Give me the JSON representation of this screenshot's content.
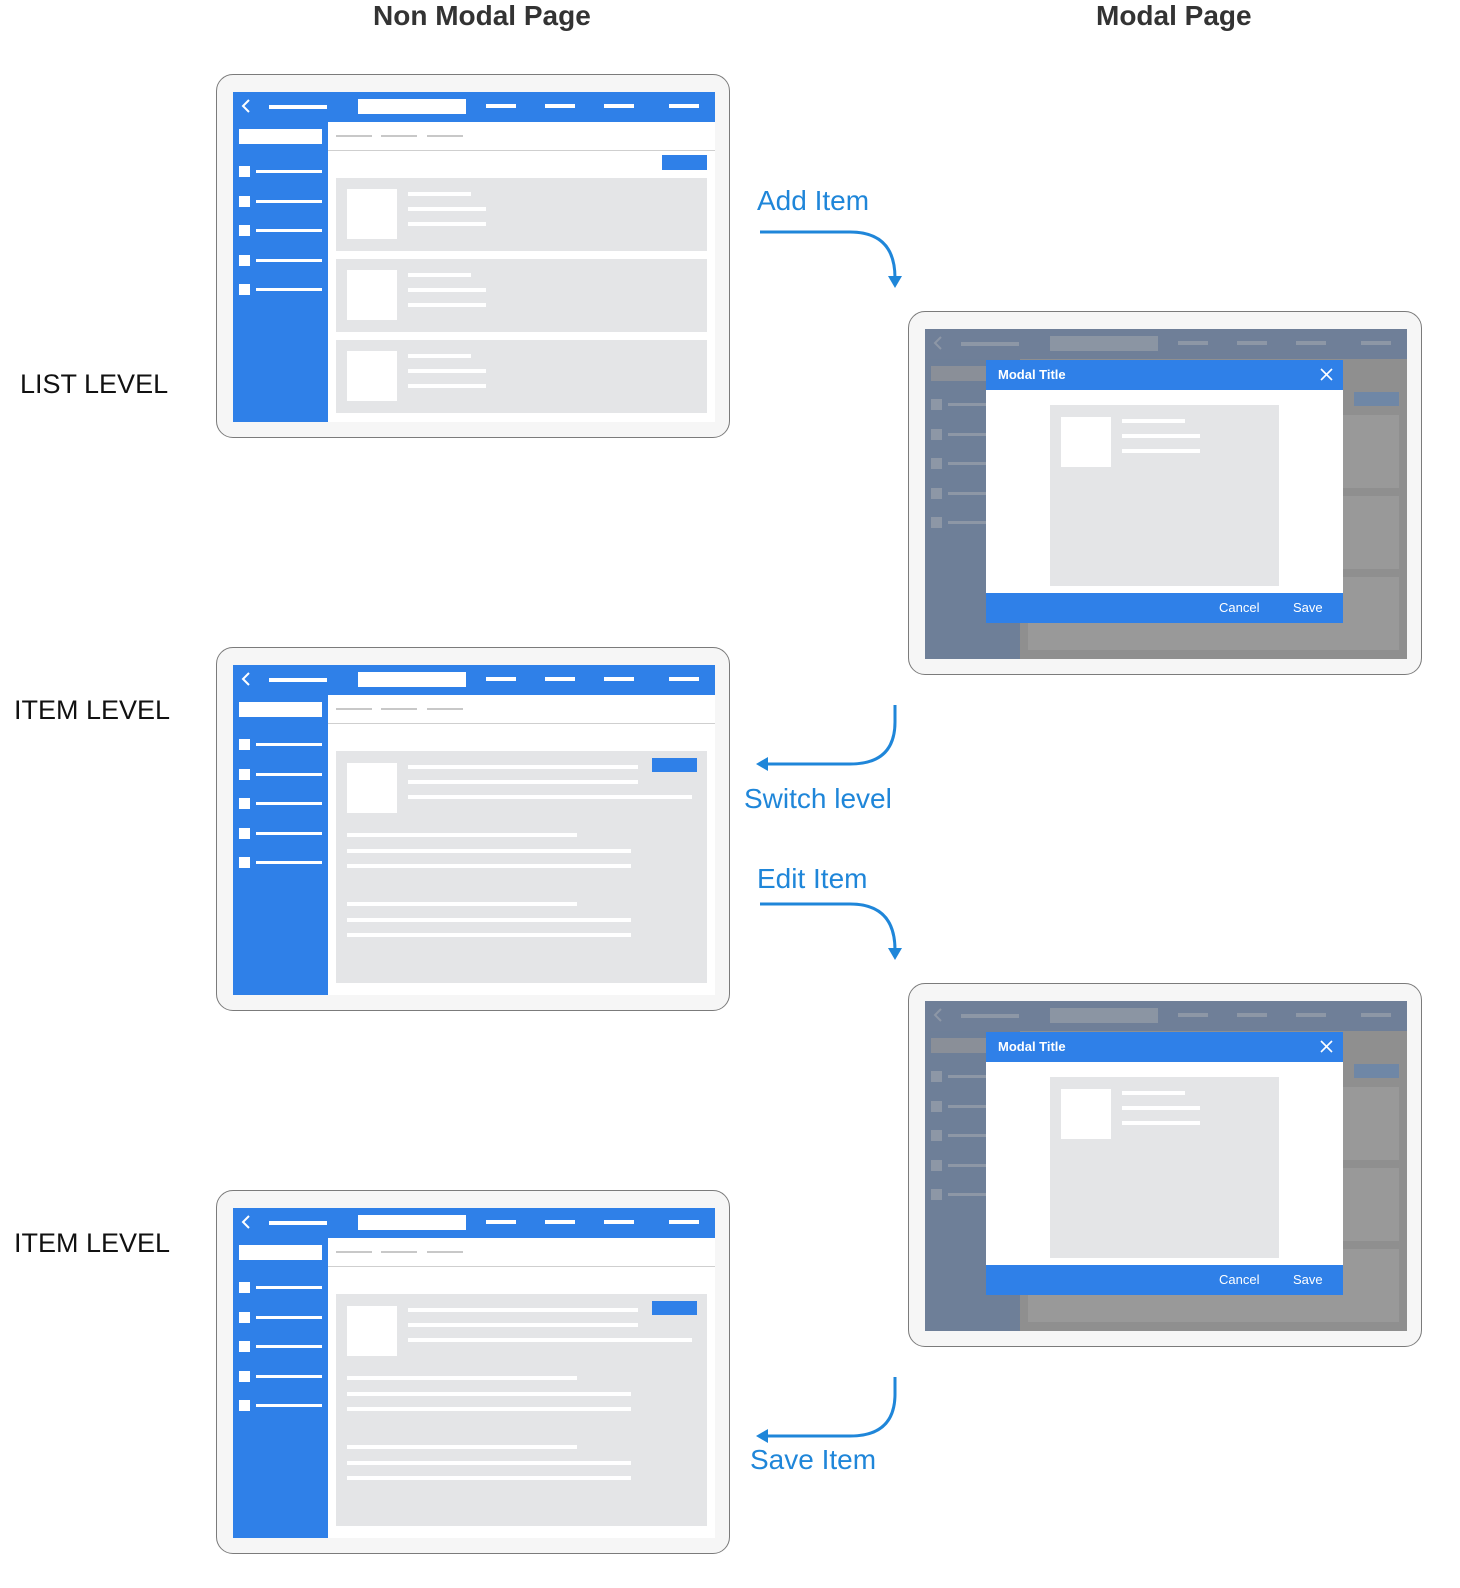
{
  "headers": {
    "non_modal": "Non Modal Page",
    "modal": "Modal Page"
  },
  "row_labels": {
    "list_level": "LIST LEVEL",
    "item_level_1": "ITEM LEVEL",
    "item_level_2": "ITEM LEVEL"
  },
  "flow": {
    "add_item": "Add Item",
    "switch_level": "Switch level",
    "edit_item": "Edit Item",
    "save_item": "Save Item"
  },
  "modal_1": {
    "title": "Modal Title",
    "cancel": "Cancel",
    "save": "Save"
  },
  "modal_2": {
    "title": "Modal Title",
    "cancel": "Cancel",
    "save": "Save"
  },
  "colors": {
    "brand_blue": "#2f80e8",
    "flow_blue": "#1f86d9",
    "card_gray": "#e4e5e7",
    "overlay_gray": "#8f8f8f"
  }
}
